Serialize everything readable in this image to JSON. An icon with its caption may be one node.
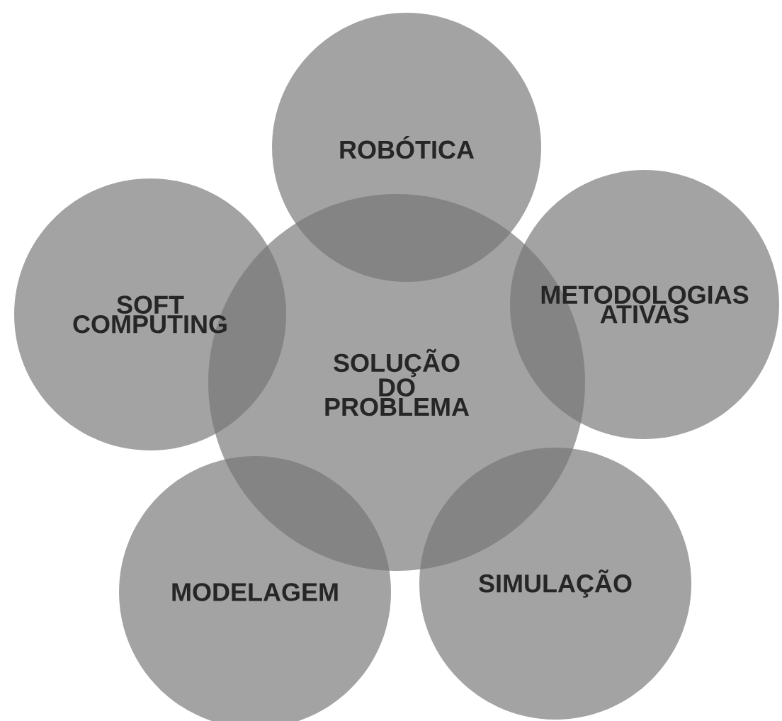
{
  "diagram": {
    "nodes": [
      {
        "text": [
          "ROBÓTICA"
        ]
      },
      {
        "text": [
          "SOFT COMPUTING"
        ]
      },
      {
        "text": [
          "SOLUÇÃO DO PROBLEMA"
        ]
      },
      {
        "text": [
          "METODOLOGIAS ATIVAS"
        ]
      },
      {
        "text": [
          "MODELAGEM"
        ]
      },
      {
        "text": [
          "SIMULAÇÃO"
        ]
      }
    ]
  }
}
